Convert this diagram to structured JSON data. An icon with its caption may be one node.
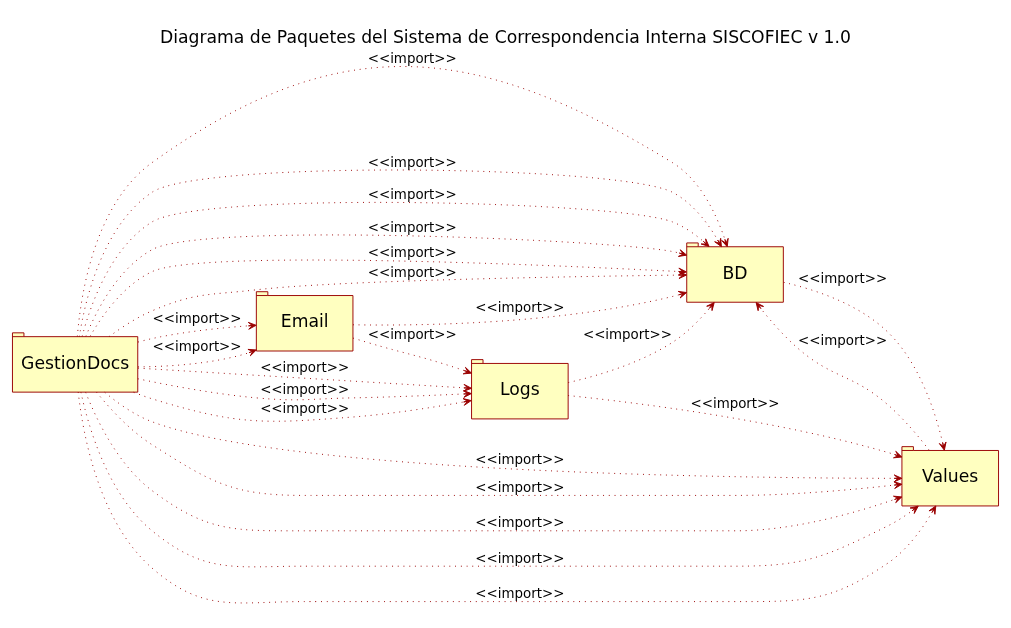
{
  "diagram": {
    "title": "Diagrama de Paquetes del Sistema de Correspondencia Interna SISCOFIEC v 1.0",
    "nodes": [
      {
        "text": [
          "BD"
        ]
      },
      {
        "text": [
          "Email"
        ]
      },
      {
        "text": [
          "Logs"
        ]
      },
      {
        "text": [
          "GestionDocs"
        ]
      },
      {
        "text": [
          "Values"
        ]
      }
    ],
    "edges": [
      {
        "from": 3,
        "to": 0,
        "arrow": "to",
        "label": "<<import>>"
      },
      {
        "from": 3,
        "to": 0,
        "arrow": "to",
        "label": "<<import>>"
      },
      {
        "from": 3,
        "to": 0,
        "arrow": "to",
        "label": "<<import>>"
      },
      {
        "from": 3,
        "to": 0,
        "arrow": "to",
        "label": "<<import>>"
      },
      {
        "from": 3,
        "to": 0,
        "arrow": "to",
        "label": "<<import>>"
      },
      {
        "from": 3,
        "to": 0,
        "arrow": "to",
        "label": "<<import>>"
      },
      {
        "from": 1,
        "to": 0,
        "arrow": "to",
        "label": "<<import>>"
      },
      {
        "from": 2,
        "to": 0,
        "arrow": "to",
        "label": "<<import>>"
      },
      {
        "from": 0,
        "to": 4,
        "arrow": "to",
        "label": "<<import>>"
      },
      {
        "from": 4,
        "to": 0,
        "arrow": "to",
        "label": "<<import>>"
      },
      {
        "from": 1,
        "to": 2,
        "arrow": "to",
        "label": "<<import>>"
      },
      {
        "from": 3,
        "to": 1,
        "arrow": "to",
        "label": "<<import>>"
      },
      {
        "from": 3,
        "to": 1,
        "arrow": "to",
        "label": "<<import>>"
      },
      {
        "from": 3,
        "to": 2,
        "arrow": "to",
        "label": "<<import>>"
      },
      {
        "from": 3,
        "to": 2,
        "arrow": "to",
        "label": "<<import>>"
      },
      {
        "from": 3,
        "to": 2,
        "arrow": "to",
        "label": "<<import>>"
      },
      {
        "from": 2,
        "to": 4,
        "arrow": "to",
        "label": "<<import>>"
      },
      {
        "from": 3,
        "to": 4,
        "arrow": "to",
        "label": "<<import>>"
      },
      {
        "from": 3,
        "to": 4,
        "arrow": "to",
        "label": "<<import>>"
      },
      {
        "from": 3,
        "to": 4,
        "arrow": "to",
        "label": "<<import>>"
      },
      {
        "from": 3,
        "to": 4,
        "arrow": "to",
        "label": "<<import>>"
      },
      {
        "from": 3,
        "to": 4,
        "arrow": "to",
        "label": "<<import>>"
      }
    ]
  }
}
